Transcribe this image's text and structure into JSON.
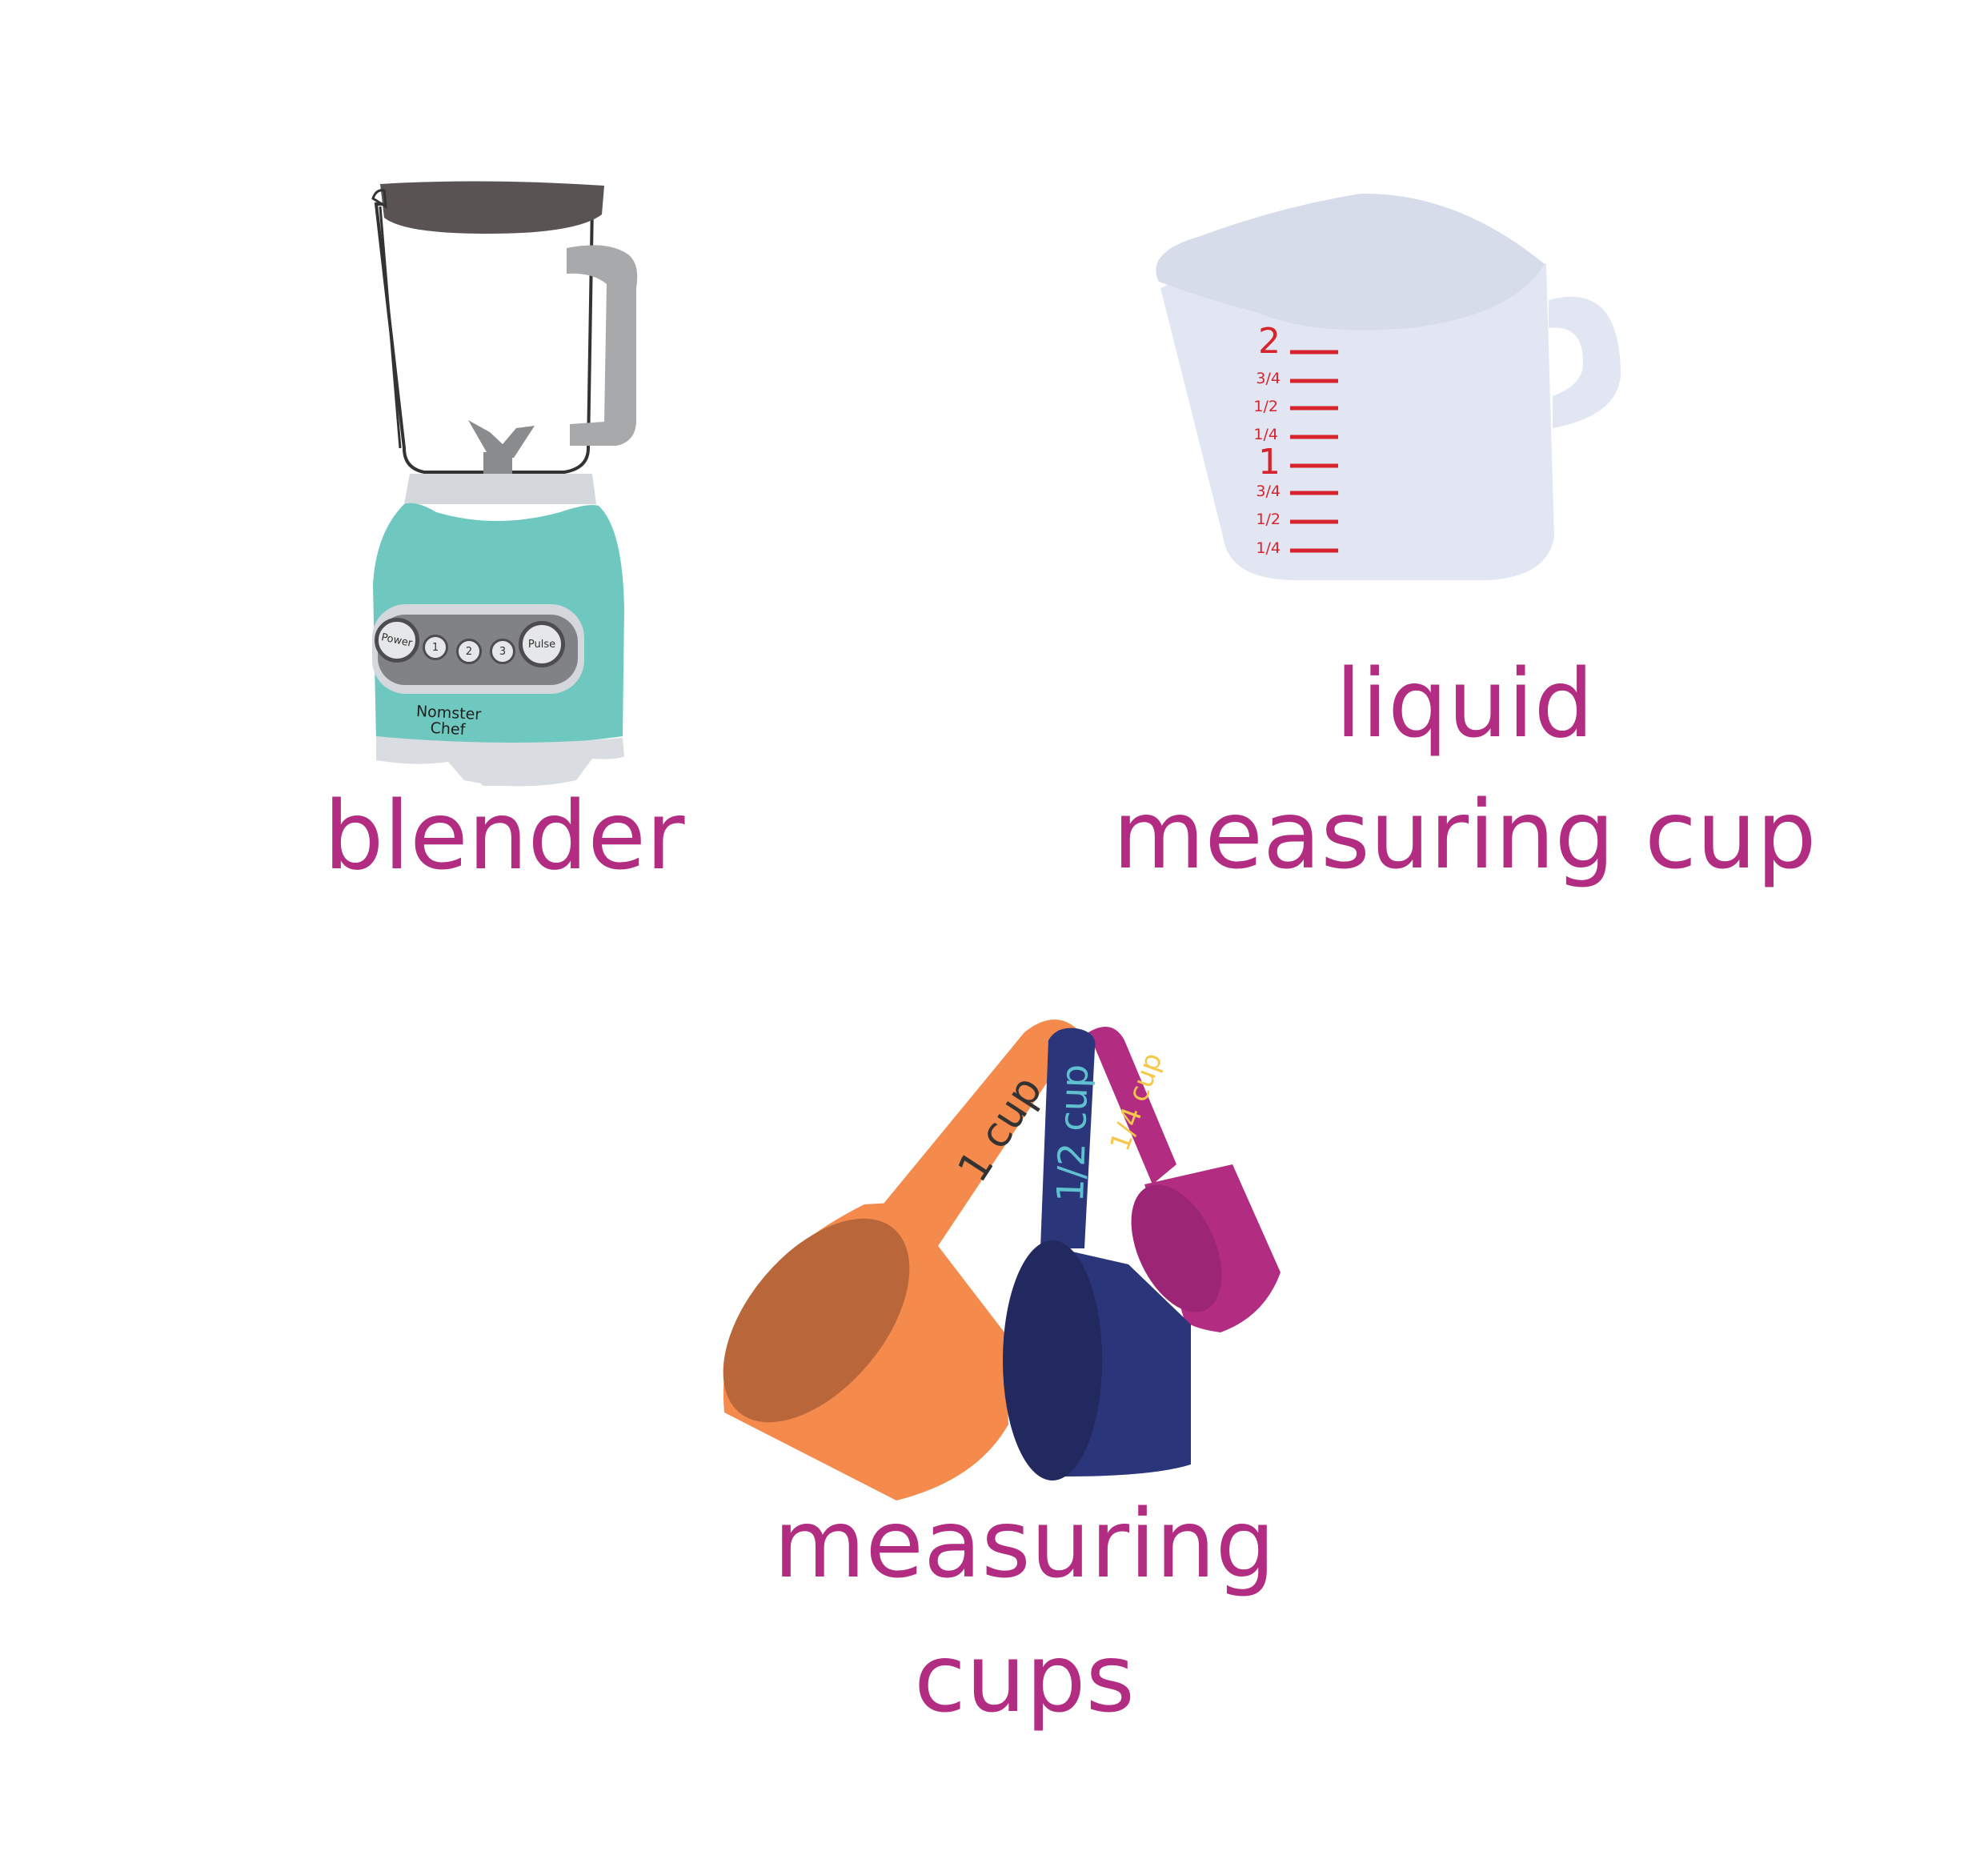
{
  "items": {
    "blender": {
      "label": "blender",
      "icon": "blender-icon",
      "brand_line1": "Nomster",
      "brand_line2": "Chef",
      "buttons": [
        "Power",
        "1",
        "2",
        "3",
        "Pulse"
      ],
      "colors": {
        "body": "#6ec8bf",
        "lid": "#595354",
        "handle": "#a7a9ab",
        "label": "#b22d82"
      }
    },
    "liquid_measuring_cup": {
      "label_line1": "liquid",
      "label_line2": "measuring cup",
      "icon": "liquid-measuring-cup-icon",
      "markings": [
        "2",
        "3/4",
        "1/2",
        "1/4",
        "1",
        "3/4",
        "1/2",
        "1/4"
      ],
      "colors": {
        "cup": "#e1e6f2",
        "marks": "#d7242c"
      }
    },
    "measuring_cups": {
      "label_line1": "measuring",
      "label_line2": "cups",
      "icon": "measuring-cups-icon",
      "cups": [
        {
          "text": "1 cup",
          "color": "#f48a4b"
        },
        {
          "text": "1/2 cup",
          "color": "#2b357a"
        },
        {
          "text": "1/4 cup",
          "color": "#b22d82"
        }
      ]
    }
  }
}
